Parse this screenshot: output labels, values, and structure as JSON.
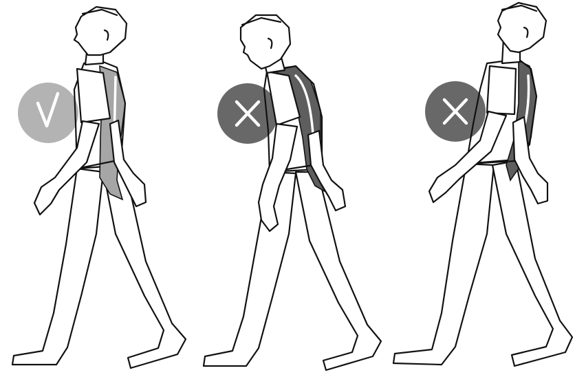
{
  "figures": [
    {
      "id": "good-posture",
      "verdict": "correct",
      "mark_icon": "check-icon",
      "spine": "straight"
    },
    {
      "id": "slouched-posture",
      "verdict": "incorrect",
      "mark_icon": "x-icon",
      "spine": "rounded"
    },
    {
      "id": "arched-posture",
      "verdict": "incorrect",
      "mark_icon": "x-icon",
      "spine": "arched"
    }
  ],
  "colors": {
    "good_badge": "#b3b3b3",
    "bad_badge": "#686868",
    "good_back": "#a6a6a6",
    "bad_back": "#5e5e5e",
    "outline": "#111111",
    "background": "#ffffff"
  }
}
